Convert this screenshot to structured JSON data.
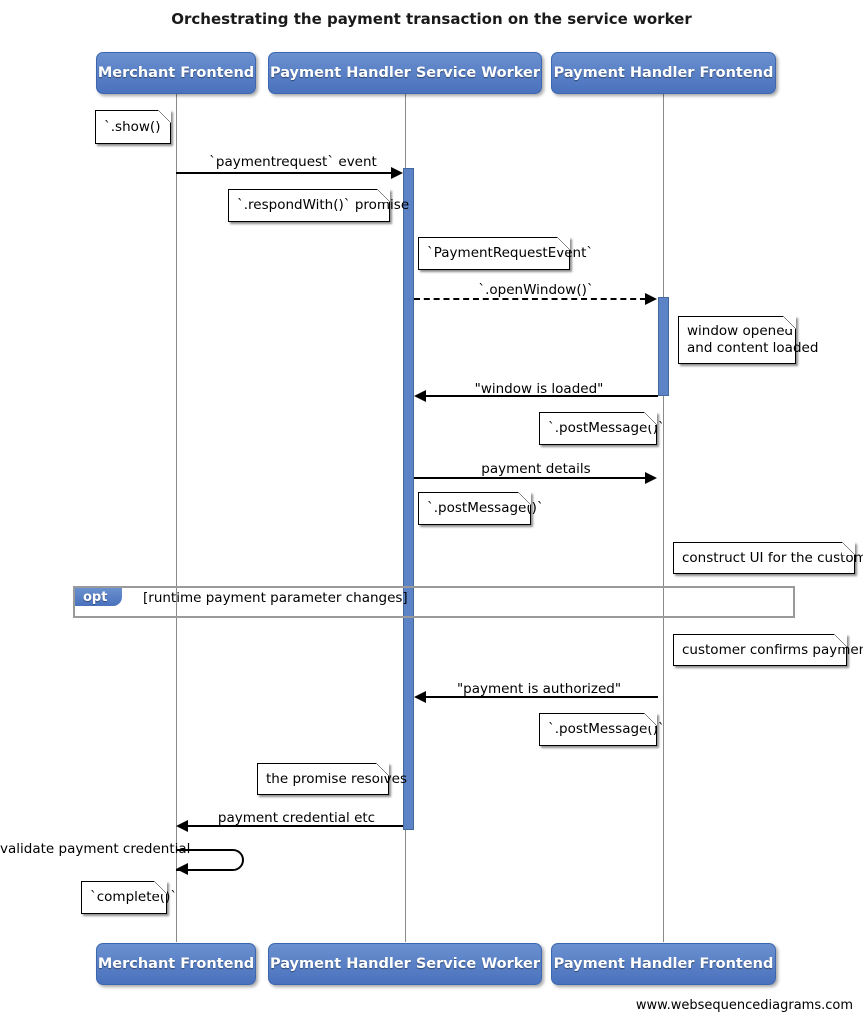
{
  "diagram": {
    "title": "Orchestrating the payment transaction on the service worker",
    "footer": "www.websequencediagrams.com",
    "colors": {
      "actor_fill": "#4a72bd",
      "actor_text": "#ffffff",
      "activation_fill": "#5b83c6",
      "lifeline": "#8a8a8a",
      "fragment_border": "#9a9a9a",
      "note_fill": "#ffffff",
      "line": "#000000"
    }
  },
  "actors": [
    {
      "id": "merchant-frontend",
      "label": "Merchant Frontend"
    },
    {
      "id": "payment-handler-service-worker",
      "label": "Payment Handler Service Worker"
    },
    {
      "id": "payment-handler-frontend",
      "label": "Payment Handler Frontend"
    }
  ],
  "messages": [
    {
      "id": "paymentrequest-event",
      "label": "`paymentrequest` event",
      "from": "merchant-frontend",
      "to": "payment-handler-service-worker",
      "style": "solid",
      "direction": "right"
    },
    {
      "id": "open-window",
      "label": "`.openWindow()`",
      "from": "payment-handler-service-worker",
      "to": "payment-handler-frontend",
      "style": "dashed",
      "direction": "right"
    },
    {
      "id": "window-is-loaded",
      "label": "\"window is loaded\"",
      "from": "payment-handler-frontend",
      "to": "payment-handler-service-worker",
      "style": "solid",
      "direction": "left"
    },
    {
      "id": "payment-details",
      "label": "payment details",
      "from": "payment-handler-service-worker",
      "to": "payment-handler-frontend",
      "style": "solid",
      "direction": "right"
    },
    {
      "id": "payment-is-authorized",
      "label": "\"payment is authorized\"",
      "from": "payment-handler-frontend",
      "to": "payment-handler-service-worker",
      "style": "solid",
      "direction": "left"
    },
    {
      "id": "payment-credential-etc",
      "label": "payment credential etc",
      "from": "payment-handler-service-worker",
      "to": "merchant-frontend",
      "style": "solid",
      "direction": "left"
    },
    {
      "id": "validate-payment-credential",
      "label": "validate payment credential",
      "from": "merchant-frontend",
      "to": "merchant-frontend",
      "style": "self",
      "direction": "left"
    }
  ],
  "notes": [
    {
      "id": "note-show",
      "text": "`.show()`"
    },
    {
      "id": "note-respondwith-promise",
      "text": "`.respondWith()` promise"
    },
    {
      "id": "note-paymentrequestevent",
      "text": "`PaymentRequestEvent`"
    },
    {
      "id": "note-window-opened",
      "text": "window opened\nand content loaded"
    },
    {
      "id": "note-postmessage-1",
      "text": "`.postMessage()`"
    },
    {
      "id": "note-postmessage-2",
      "text": "`.postMessage()`"
    },
    {
      "id": "note-construct-ui",
      "text": "construct UI for the customer"
    },
    {
      "id": "note-customer-confirms",
      "text": "customer confirms payment"
    },
    {
      "id": "note-postmessage-3",
      "text": "`.postMessage()`"
    },
    {
      "id": "note-promise-resolves",
      "text": "the promise resolves"
    },
    {
      "id": "note-complete",
      "text": "`complete()`"
    }
  ],
  "fragment": {
    "id": "opt-fragment",
    "tag": "opt",
    "condition": "[runtime payment parameter changes]"
  }
}
